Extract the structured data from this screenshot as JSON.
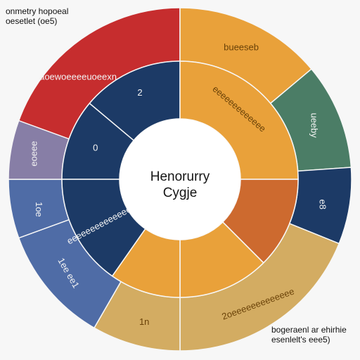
{
  "diagram": {
    "center_title": [
      "Henorurry",
      "Cygje"
    ],
    "corner_top_left": [
      "onmetry hopoeal",
      "oesetlet (oe5)"
    ],
    "corner_bottom_right": [
      "bogeraenl ar ehirhie",
      "esenlelt's eee5)"
    ],
    "colors": {
      "navy": "#1c3a66",
      "red": "#c62d2e",
      "orange": "#e9a13a",
      "lavender": "#877ea6",
      "steel_blue": "#4f6ca6",
      "tan": "#d3ac62",
      "green": "#4b7d66",
      "rust": "#cd6a2f",
      "center": "#ffffff",
      "background": "#f7f7f7"
    },
    "outer_segments": [
      {
        "id": "red",
        "label": "aoewoeeeeuoeexn",
        "color": "#c62d2e"
      },
      {
        "id": "orange-top",
        "label": "bueeseb",
        "color": "#e9a13a"
      },
      {
        "id": "green",
        "label": "ueeby",
        "color": "#4b7d66"
      },
      {
        "id": "navy-right",
        "label": "e8",
        "color": "#1c3a66"
      },
      {
        "id": "tan",
        "label": "2oeeeeeeeeeeeee",
        "color": "#d3ac62"
      },
      {
        "id": "tan-bottom",
        "label": "1n",
        "color": "#d3ac62"
      },
      {
        "id": "steel-blue-bottom",
        "label": "1ee ee1",
        "color": "#4f6ca6"
      },
      {
        "id": "steel-blue-left",
        "label": "1oe",
        "color": "#4f6ca6"
      },
      {
        "id": "lavender",
        "label": "eoeee",
        "color": "#877ea6"
      }
    ],
    "inner_segments": [
      {
        "id": "navy-top",
        "label": "2",
        "color": "#1c3a66"
      },
      {
        "id": "navy-left",
        "label": "0",
        "color": "#1c3a66"
      },
      {
        "id": "orange-inner",
        "label": "eeeeeeeeeeeee",
        "color": "#e9a13a"
      },
      {
        "id": "rust",
        "label": "",
        "color": "#cd6a2f"
      },
      {
        "id": "orange-bottom",
        "label": "",
        "color": "#e9a13a"
      },
      {
        "id": "orange-bottom-left",
        "label": "",
        "color": "#e9a13a"
      },
      {
        "id": "navy-bottom-left",
        "label": "eeeeeeeeeeeeeeee",
        "color": "#1c3a66"
      }
    ]
  }
}
